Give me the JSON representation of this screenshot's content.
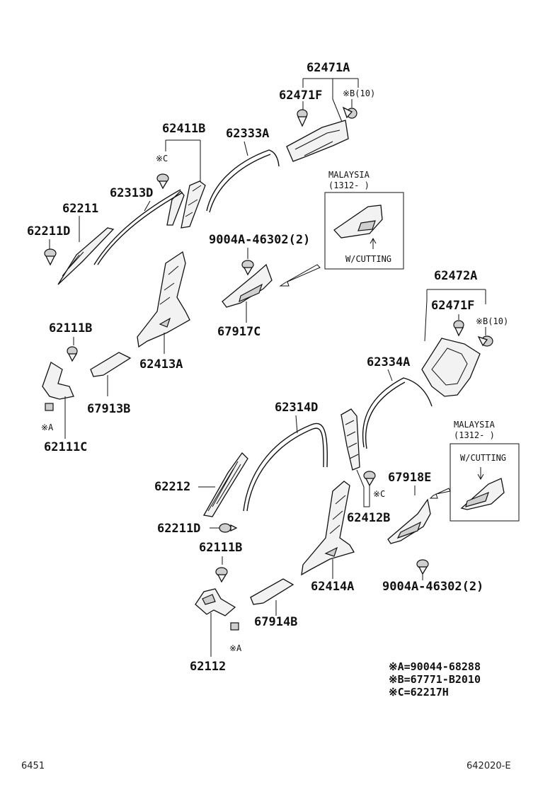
{
  "labels": {
    "p62471A": "62471A",
    "p62471F_top": "62471F",
    "noteB10_top": "※B(10)",
    "p62411B": "62411B",
    "noteC_top": "※C",
    "p62333A": "62333A",
    "p62313D": "62313D",
    "p62211": "62211",
    "p62211D_top": "62211D",
    "p9004A_top": "9004A-46302(2)",
    "p67917C": "67917C",
    "p62111B_top": "62111B",
    "p62413A": "62413A",
    "p67913B": "67913B",
    "noteA_left": "※A",
    "p62111C": "62111C",
    "p62472A": "62472A",
    "p62471F_right": "62471F",
    "noteB10_right": "※B(10)",
    "p62334A": "62334A",
    "p62314D": "62314D",
    "p62212": "62212",
    "p62211D_bottom": "62211D",
    "p67918E": "67918E",
    "noteC_bottom": "※C",
    "p62412B": "62412B",
    "p62111B_bottom": "62111B",
    "p9004A_bottom": "9004A-46302(2)",
    "p62414A": "62414A",
    "p67914B": "67914B",
    "noteA_bottom": "※A",
    "p62112": "62112"
  },
  "inset_top": {
    "region": "MALAYSIA",
    "date": "(1312-    )",
    "note": "W/CUTTING"
  },
  "inset_bottom": {
    "region": "MALAYSIA",
    "date": "(1312-    )",
    "note": "W/CUTTING"
  },
  "legend": [
    "※A=90044-68288",
    "※B=67771-B2010",
    "※C=62217H"
  ],
  "footer": {
    "left": "6451",
    "right": "642020-E"
  }
}
